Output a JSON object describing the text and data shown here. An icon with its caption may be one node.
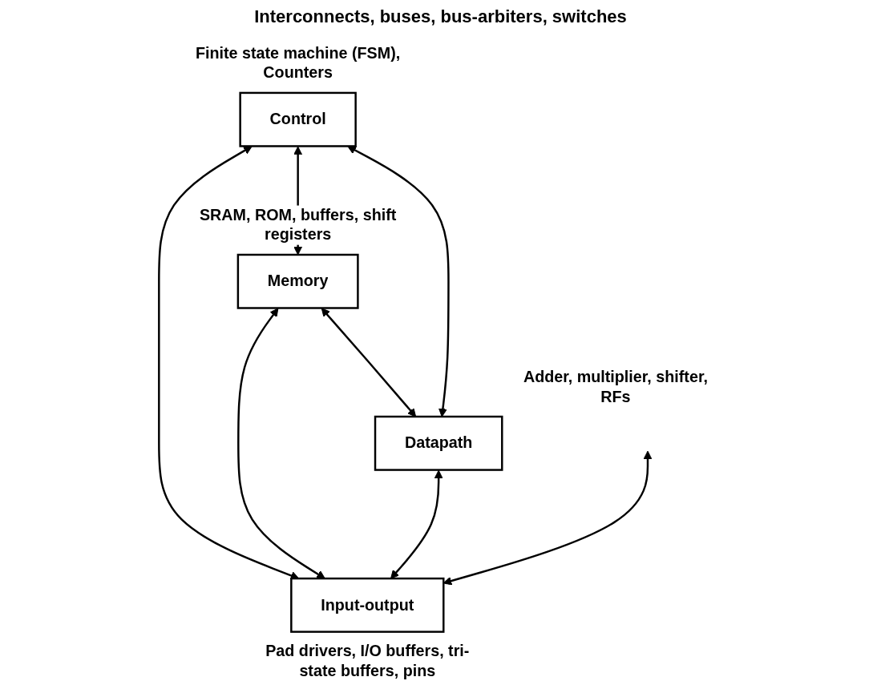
{
  "diagram": {
    "nodes": [
      {
        "text": [
          "Memory"
        ],
        "beside": [
          "SRAM, ROM, buffers, shift registers"
        ]
      },
      {
        "text": [
          "Input-output"
        ],
        "beside": [
          "Pad drivers, I/O buffers, tri-state buffers, pins"
        ]
      },
      {
        "text": [
          "Control"
        ],
        "beside": [
          "Finite state machine (FSM), Counters"
        ]
      },
      {
        "text": [
          "Datapath"
        ],
        "beside": [
          "Adder, multiplier, shifter, RFs"
        ]
      }
    ],
    "edges": [
      {
        "from": 0,
        "to": 3,
        "arrow": "both"
      },
      {
        "from": 2,
        "to": 0,
        "arrow": "both"
      },
      {
        "from": 2,
        "to": 1,
        "arrow": "both"
      },
      {
        "from": 2,
        "to": 3,
        "arrow": "both"
      },
      {
        "from": 0,
        "to": 1,
        "arrow": "both"
      },
      {
        "from": 3,
        "to": 1,
        "arrow": "both"
      },
      {
        "from": null,
        "to": 1,
        "arrow": "both"
      }
    ],
    "labels": [
      "Interconnects, buses, bus-arbiters, switches"
    ]
  }
}
